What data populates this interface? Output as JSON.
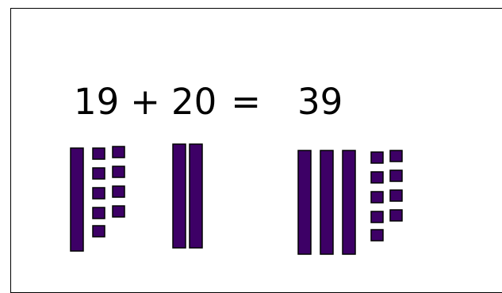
{
  "equation": {
    "addend_1": "19",
    "plus_sign": "+",
    "addend_2": "20",
    "equals_sign": "=",
    "result": "39"
  },
  "base_ten_blocks": {
    "color": "#3d0066",
    "groups": [
      {
        "represents": "19",
        "tens": 1,
        "ones": 9
      },
      {
        "represents": "20",
        "tens": 2,
        "ones": 0
      },
      {
        "represents": "39",
        "tens": 3,
        "ones": 9
      }
    ]
  }
}
